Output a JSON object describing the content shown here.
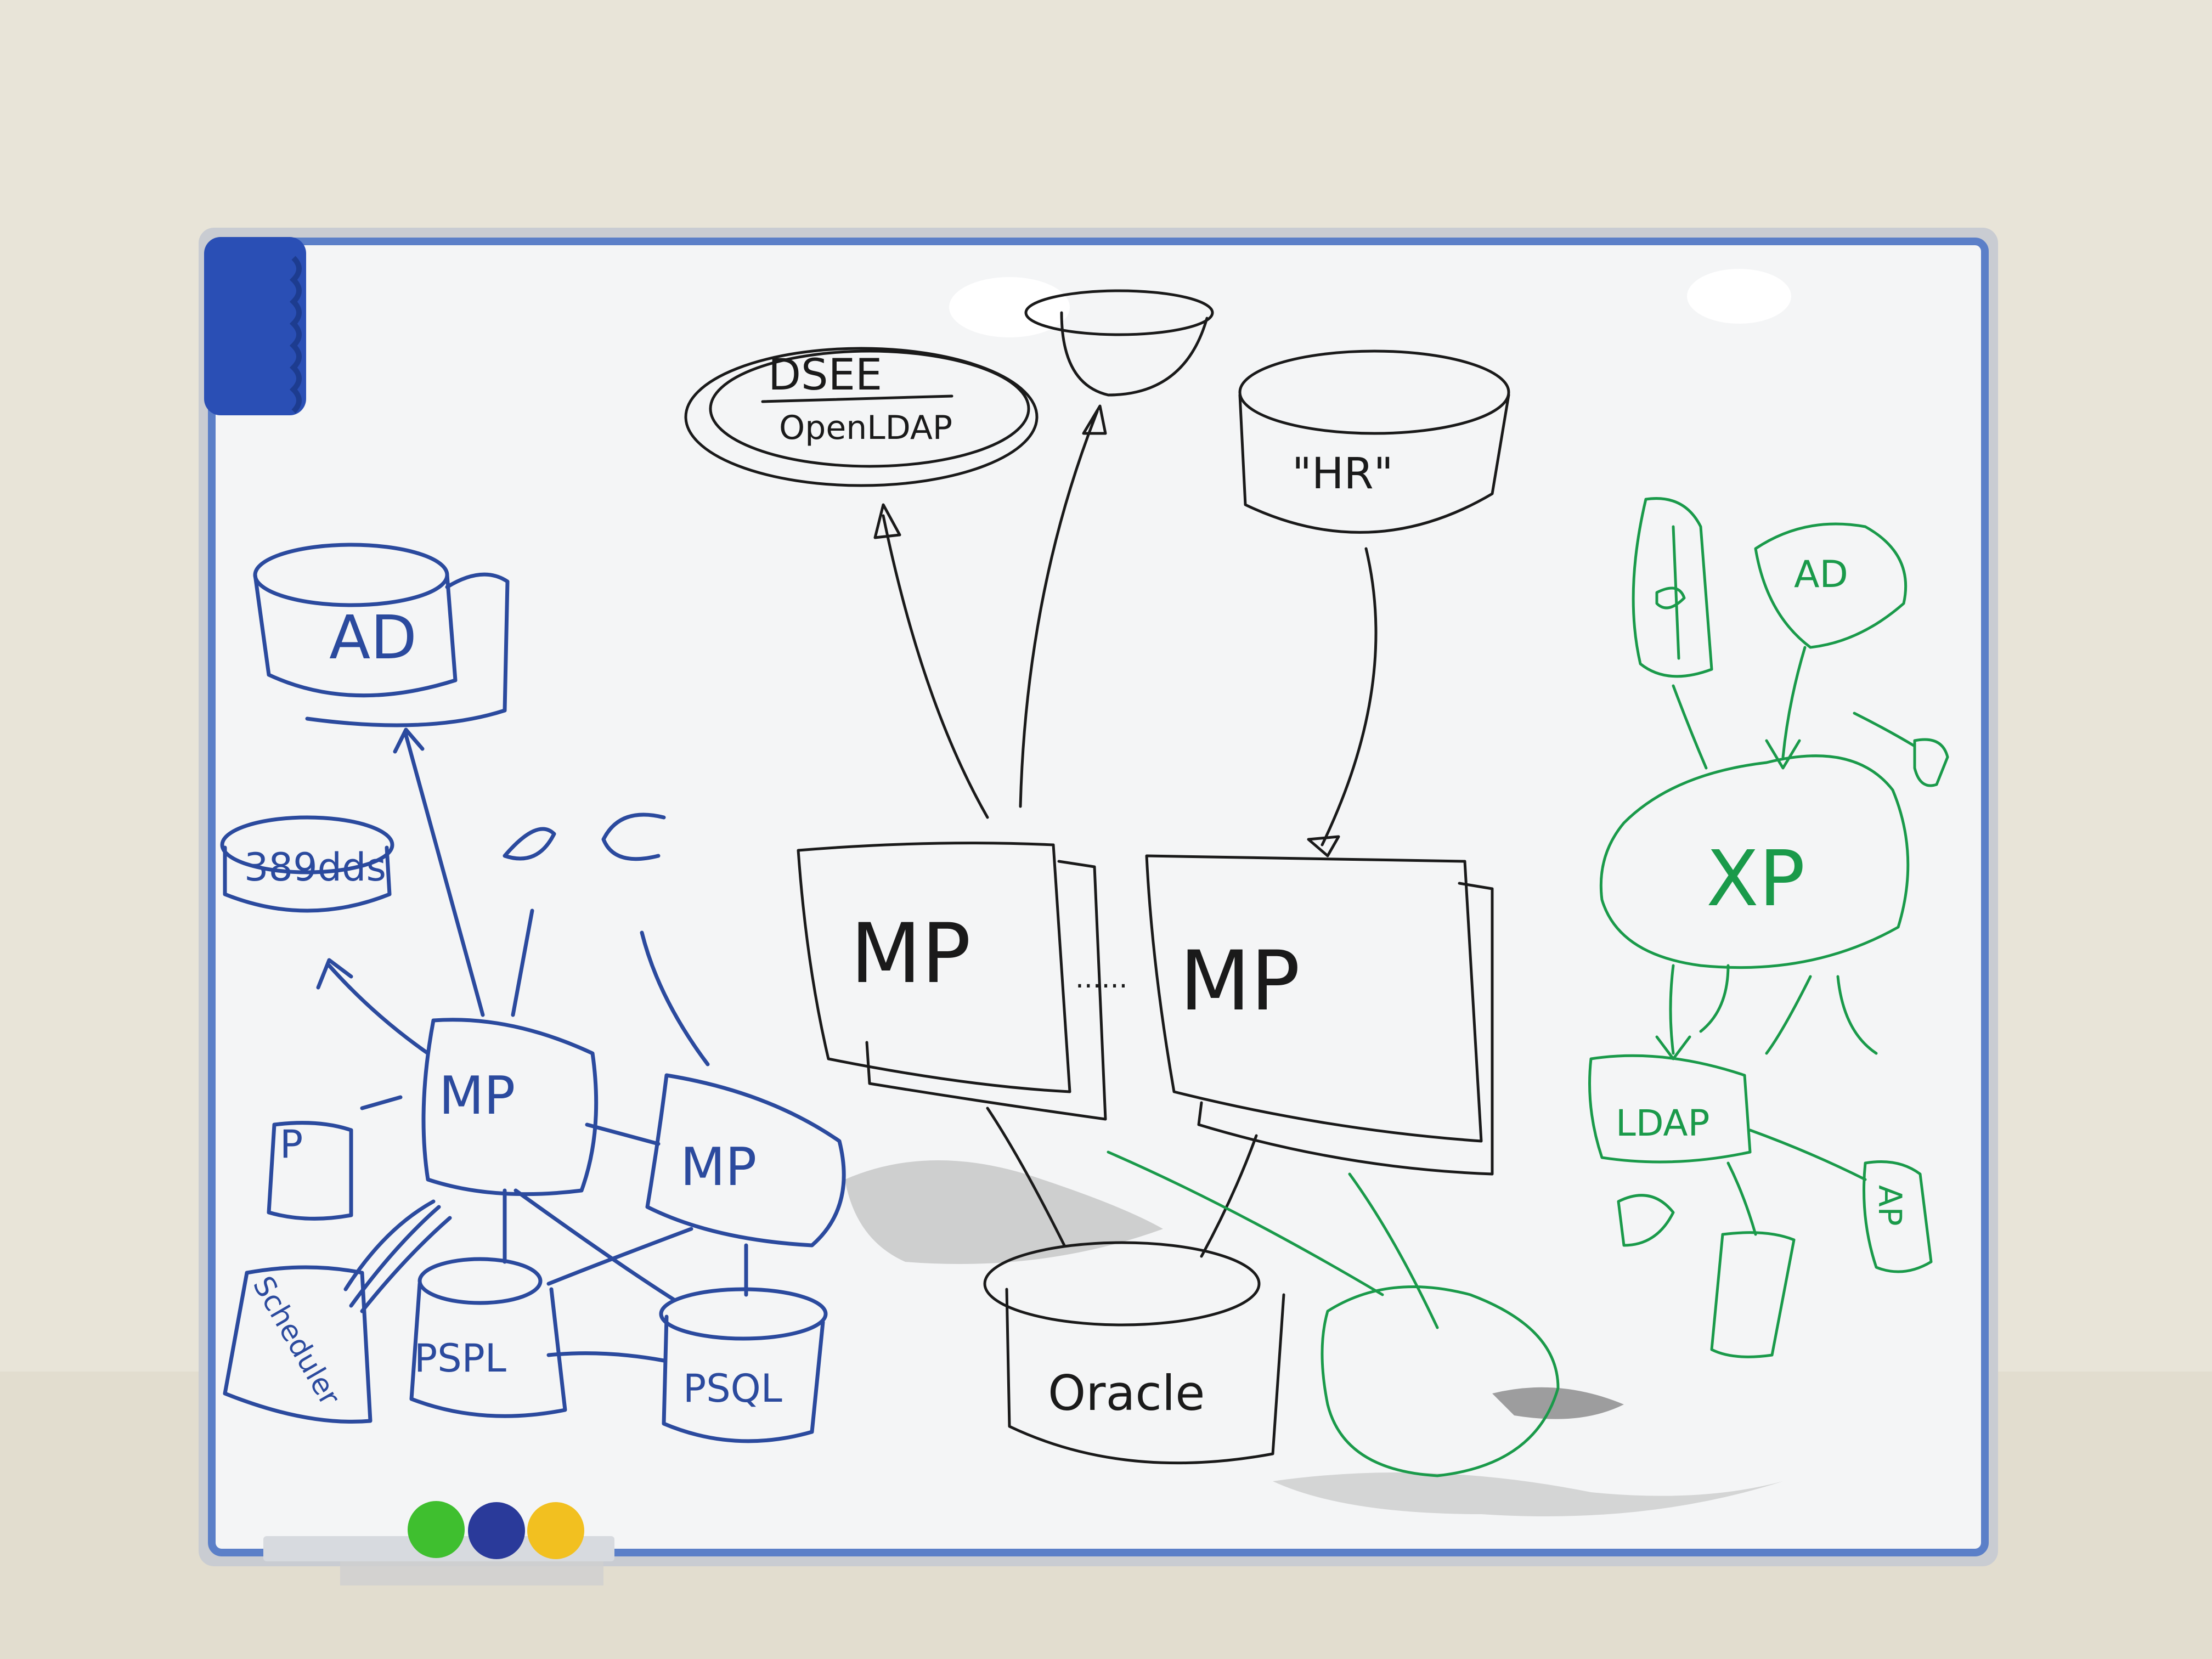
{
  "colors": {
    "wall": "#e8e4d8",
    "board": "#f4f5f6",
    "frame": "#5b7fc8",
    "blue_marker": "#2b4a9e",
    "black_marker": "#1a1a1a",
    "green_marker": "#1a9a4a",
    "magnet_green": "#3fbf2f",
    "magnet_blue": "#2a3a9a",
    "magnet_yellow": "#f2c020",
    "eraser": "#2a4fb5"
  },
  "labels": {
    "blue": {
      "ad": "AD",
      "dolls": "389dds",
      "mp_main": "MP",
      "mp_second": "MP",
      "pspl_left": "PSPL",
      "pspl_right": "PSQL",
      "scheduler": "Scheduler",
      "p_box": "P"
    },
    "black": {
      "dsee": "DSEE",
      "openldap": "OpenLDAP",
      "hr": "\"HR\"",
      "mp_left": "MP",
      "mp_right": "MP",
      "oracle": "Oracle",
      "ellipsis": "......"
    },
    "green": {
      "ad": "AD",
      "xp": "XP",
      "ldap": "LDAP",
      "ap": "AP"
    }
  }
}
